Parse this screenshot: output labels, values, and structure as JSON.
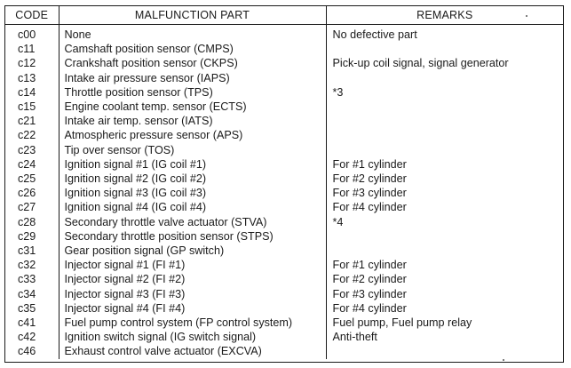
{
  "headers": {
    "code": "CODE",
    "part": "MALFUNCTION PART",
    "remarks": "REMARKS"
  },
  "rows": [
    {
      "code": "c00",
      "part": "None",
      "remarks": "No defective part"
    },
    {
      "code": "c11",
      "part": "Camshaft position sensor (CMPS)",
      "remarks": ""
    },
    {
      "code": "c12",
      "part": "Crankshaft position sensor (CKPS)",
      "remarks": "Pick-up coil signal, signal generator"
    },
    {
      "code": "c13",
      "part": "Intake air pressure sensor (IAPS)",
      "remarks": ""
    },
    {
      "code": "c14",
      "part": "Throttle position sensor (TPS)",
      "remarks": "*3"
    },
    {
      "code": "c15",
      "part": "Engine coolant temp. sensor (ECTS)",
      "remarks": ""
    },
    {
      "code": "c21",
      "part": "Intake air temp. sensor (IATS)",
      "remarks": ""
    },
    {
      "code": "c22",
      "part": "Atmospheric pressure sensor (APS)",
      "remarks": ""
    },
    {
      "code": "c23",
      "part": "Tip over sensor (TOS)",
      "remarks": ""
    },
    {
      "code": "c24",
      "part": "Ignition signal #1 (IG coil #1)",
      "remarks": "For #1 cylinder"
    },
    {
      "code": "c25",
      "part": "Ignition signal #2 (IG coil #2)",
      "remarks": "For #2 cylinder"
    },
    {
      "code": "c26",
      "part": "Ignition signal #3 (IG coil #3)",
      "remarks": "For #3 cylinder"
    },
    {
      "code": "c27",
      "part": "Ignition signal #4 (IG coil #4)",
      "remarks": "For #4 cylinder"
    },
    {
      "code": "c28",
      "part": "Secondary throttle valve actuator (STVA)",
      "remarks": "*4"
    },
    {
      "code": "c29",
      "part": "Secondary throttle position sensor (STPS)",
      "remarks": ""
    },
    {
      "code": "c31",
      "part": "Gear position signal (GP switch)",
      "remarks": ""
    },
    {
      "code": "c32",
      "part": "Injector signal #1 (FI #1)",
      "remarks": "For #1 cylinder"
    },
    {
      "code": "c33",
      "part": "Injector signal #2 (FI #2)",
      "remarks": "For #2 cylinder"
    },
    {
      "code": "c34",
      "part": "Injector signal #3 (FI #3)",
      "remarks": "For #3 cylinder"
    },
    {
      "code": "c35",
      "part": "Injector signal #4 (FI #4)",
      "remarks": "For #4 cylinder"
    },
    {
      "code": "c41",
      "part": "Fuel pump control system (FP control system)",
      "remarks": "Fuel pump, Fuel pump relay"
    },
    {
      "code": "c42",
      "part": "Ignition switch signal (IG switch signal)",
      "remarks": "Anti-theft"
    },
    {
      "code": "c46",
      "part": "Exhaust control valve actuator (EXCVA)",
      "remarks": ""
    }
  ]
}
